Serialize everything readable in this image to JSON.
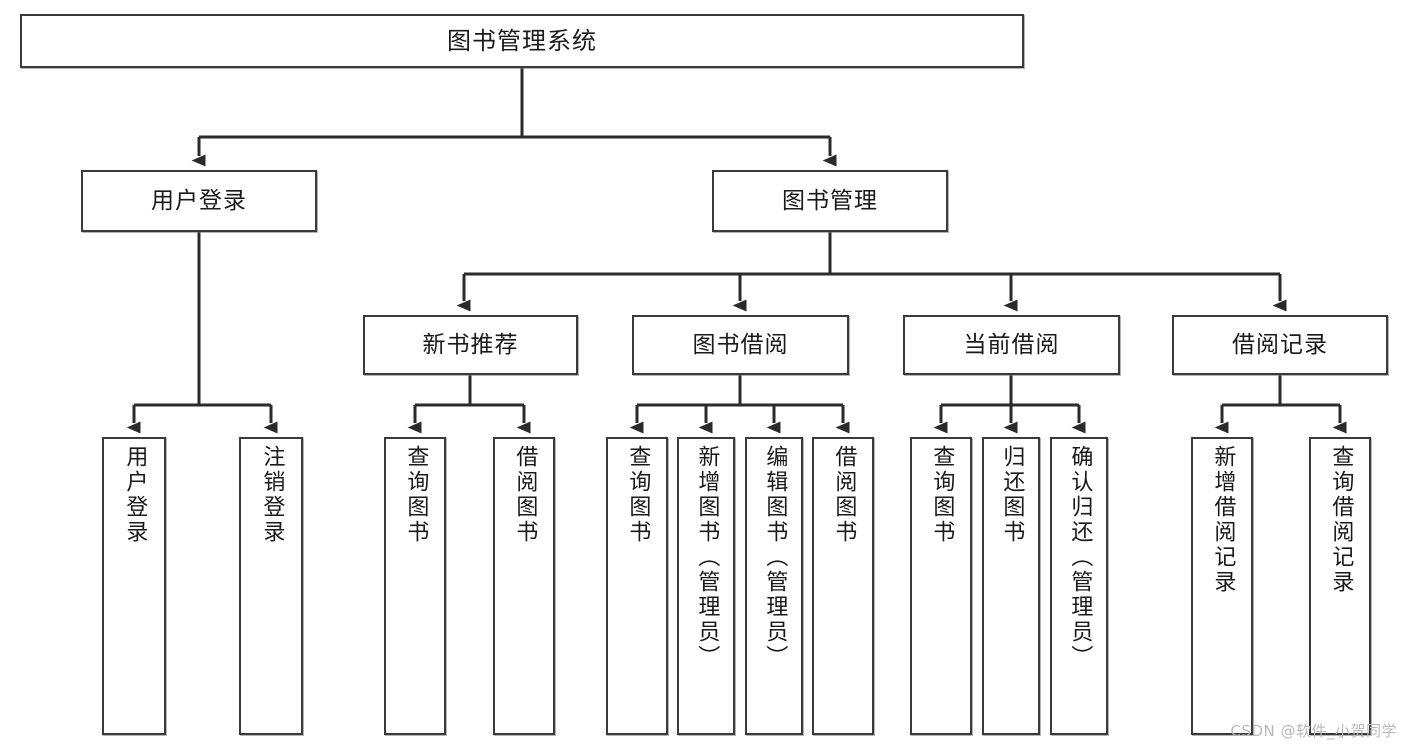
{
  "diagram": {
    "title": "图书管理系统",
    "type": "tree-hierarchy-chart",
    "watermark": "CSDN @软件_小贺同学",
    "colors": {
      "box_border": "#3a3a3a",
      "box_fill": "#ffffff",
      "connector": "#2b2b2b",
      "text": "#1a1a1a",
      "watermark": "#b9b9b9"
    },
    "nodes": {
      "root": {
        "label": "图书管理系统"
      },
      "level2": [
        {
          "label": "用户登录"
        },
        {
          "label": "图书管理"
        }
      ],
      "level3": [
        {
          "label": "新书推荐"
        },
        {
          "label": "图书借阅"
        },
        {
          "label": "当前借阅"
        },
        {
          "label": "借阅记录"
        }
      ],
      "leaves": {
        "user_login": [
          {
            "label": "用户登录"
          },
          {
            "label": "注销登录"
          }
        ],
        "new_book": [
          {
            "label": "查询图书"
          },
          {
            "label": "借阅图书"
          }
        ],
        "book_borrow": [
          {
            "label": "查询图书"
          },
          {
            "label": "新增图书（管理员）"
          },
          {
            "label": "编辑图书（管理员）"
          },
          {
            "label": "借阅图书"
          }
        ],
        "current_borrow": [
          {
            "label": "查询图书"
          },
          {
            "label": "归还图书"
          },
          {
            "label": "确认归还（管理员）"
          }
        ],
        "borrow_record": [
          {
            "label": "新增借阅记录"
          },
          {
            "label": "查询借阅记录"
          }
        ]
      }
    }
  }
}
